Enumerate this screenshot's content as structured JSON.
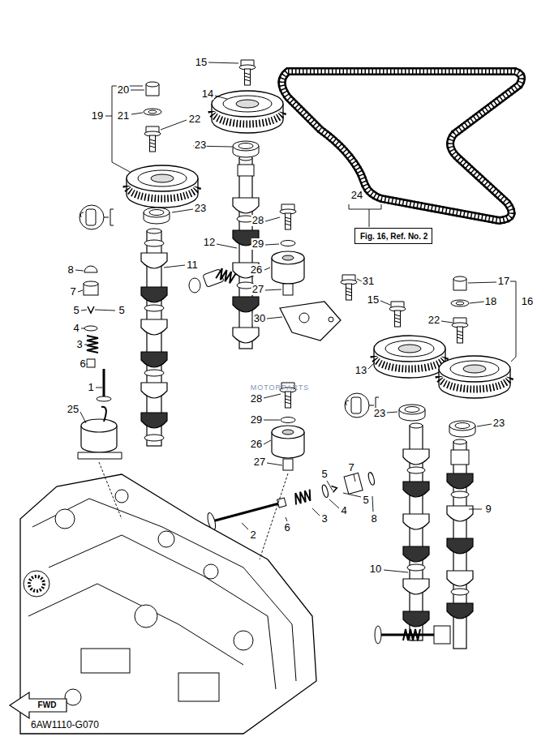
{
  "diagram": {
    "nodes": [
      {
        "text": [
          "Fig. 16, Ref. No. 2"
        ]
      }
    ],
    "labels": [
      "15",
      "20",
      "19",
      "21",
      "22",
      "14",
      "23",
      "24",
      "23",
      "28",
      "12",
      "29",
      "8",
      "11",
      "26",
      "31",
      "17",
      "7",
      "27",
      "15",
      "18",
      "16",
      "5",
      "5",
      "30",
      "22",
      "4",
      "3",
      "6",
      "13",
      "1",
      "28",
      "25",
      "23",
      "29",
      "23",
      "26",
      "27",
      "5",
      "7",
      "5",
      "8",
      "4",
      "9",
      "3",
      "6",
      "2",
      "10",
      "FWD",
      "6AW1110-G070",
      "MOTORPARTS"
    ]
  }
}
